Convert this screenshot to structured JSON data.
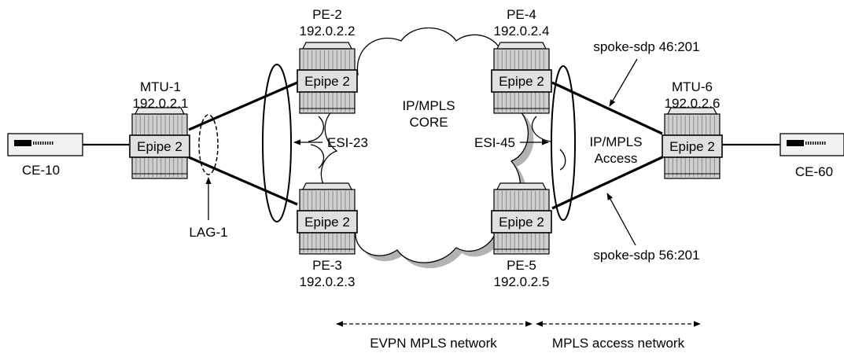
{
  "colors": {
    "ink": "#000000",
    "router_body": "#cfcfcf",
    "router_stripe": "#8a8a8a",
    "epipe_box": "#e0e0e0",
    "cloud": "#ffffff",
    "cloud_shadow": "#b3b3b3"
  },
  "nodes": {
    "ce10": {
      "label": "CE-10"
    },
    "ce60": {
      "label": "CE-60"
    },
    "mtu1": {
      "name": "MTU-1",
      "ip": "192.0.2.1",
      "service": "Epipe 2"
    },
    "pe2": {
      "name": "PE-2",
      "ip": "192.0.2.2",
      "service": "Epipe 2"
    },
    "pe3": {
      "name": "PE-3",
      "ip": "192.0.2.3",
      "service": "Epipe 2"
    },
    "pe4": {
      "name": "PE-4",
      "ip": "192.0.2.4",
      "service": "Epipe 2"
    },
    "pe5": {
      "name": "PE-5",
      "ip": "192.0.2.5",
      "service": "Epipe 2"
    },
    "mtu6": {
      "name": "MTU-6",
      "ip": "192.0.2.6",
      "service": "Epipe 2"
    }
  },
  "core": {
    "line1": "IP/MPLS",
    "line2": "CORE"
  },
  "access": {
    "line1": "IP/MPLS",
    "line2": "Access"
  },
  "annotations": {
    "esi23": "ESI-23",
    "esi45": "ESI-45",
    "lag1": "LAG-1",
    "spoke_top": "spoke-sdp 46:201",
    "spoke_bottom": "spoke-sdp 56:201"
  },
  "legend": {
    "evpn": "EVPN MPLS network",
    "access": "MPLS access network"
  }
}
